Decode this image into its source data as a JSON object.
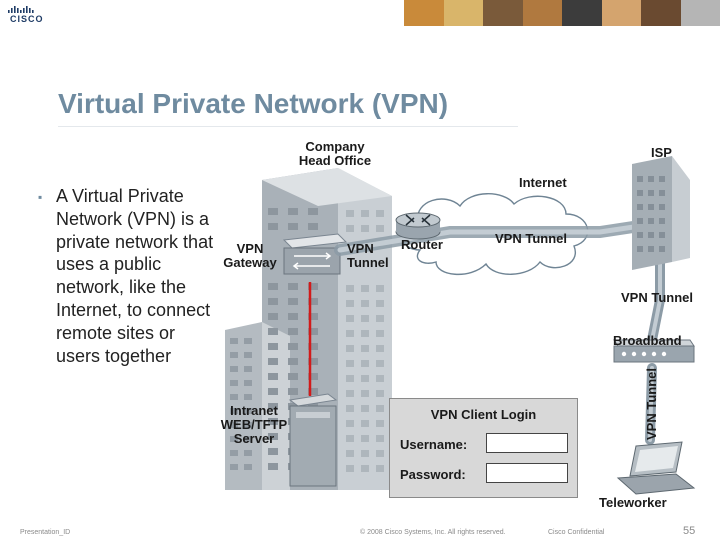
{
  "header": {
    "logo_text": "CISCO",
    "photo_strip_colors": [
      "#c98a3a",
      "#d9b56a",
      "#7a5a3a",
      "#b0793f",
      "#3c3c3c",
      "#d4a46e",
      "#6a4a30",
      "#b5b5b5"
    ]
  },
  "slide": {
    "title": "Virtual Private Network (VPN)",
    "bullet": "A Virtual Private Network (VPN) is a private network that uses a public network, like the Internet, to connect remote sites or users together"
  },
  "diagram": {
    "company_head_office": "Company Head Office",
    "isp": "ISP",
    "internet": "Internet",
    "vpn_gateway": "VPN Gateway",
    "vpn_tunnel_local": "VPN Tunnel",
    "router": "Router",
    "vpn_tunnel_internet": "VPN Tunnel",
    "vpn_tunnel_isp": "VPN Tunnel",
    "broadband": "Broadband",
    "vpn_tunnel_vertical": "VPN Tunnel",
    "intranet_server": "Intranet WEB/TFTP Server",
    "teleworker": "Teleworker",
    "login": {
      "title": "VPN Client Login",
      "username_label": "Username:",
      "password_label": "Password:"
    }
  },
  "footer": {
    "left": "Presentation_ID",
    "center": "© 2008 Cisco Systems, Inc. All rights reserved.",
    "right": "Cisco Confidential",
    "page": "55"
  },
  "colors": {
    "title": "#6f8ba0",
    "tunnel": "#8c9ba6",
    "building": "#b9c0c6",
    "cloud": "#ffffff",
    "red_link": "#d21a1a"
  }
}
